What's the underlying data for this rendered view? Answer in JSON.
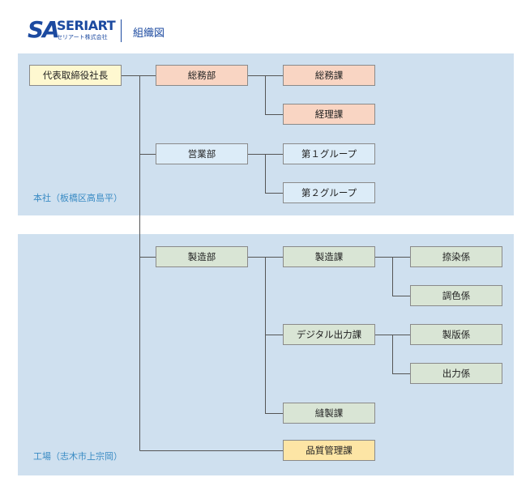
{
  "header": {
    "logo_mark": "SA",
    "logo_word": "SERIART",
    "logo_sub": "セリアート株式会社",
    "title": "組織図"
  },
  "zones": {
    "honsha": "本社（板橋区高島平）",
    "kojo": "工場（志木市上宗岡）"
  },
  "boxes": {
    "ceo": "代表取締役社長",
    "somubu": "総務部",
    "somuka": "総務課",
    "keirika": "経理課",
    "eigyobu": "営業部",
    "group1": "第１グループ",
    "group2": "第２グループ",
    "seizobu": "製造部",
    "seizoka": "製造課",
    "nassen": "捺染係",
    "choshoku": "調色係",
    "digital": "デジタル出力課",
    "seihan": "製版係",
    "shutsuryoku": "出力係",
    "hosei": "縫製課",
    "hinshitsu": "品質管理課"
  },
  "colors": {
    "zone_bg": "#cfe0ef",
    "brand": "#1c4aa0",
    "executive": "#fef8d0",
    "general_affairs": "#f9d5c3",
    "sales": "#dcecf8",
    "manufacturing": "#d9e5d5",
    "quality": "#fde5a5"
  }
}
